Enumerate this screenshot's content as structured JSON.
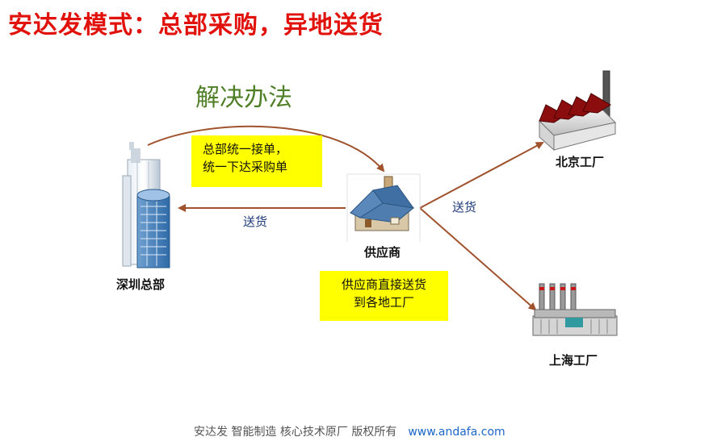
{
  "title": "安达发模式：总部采购，异地送货",
  "subtitle": "解决办法",
  "nodes": {
    "hq": {
      "label": "深圳总部",
      "icon": "office-building-icon"
    },
    "supplier": {
      "label": "供应商",
      "icon": "house-icon"
    },
    "beijing": {
      "label": "北京工厂",
      "icon": "factory-icon"
    },
    "shanghai": {
      "label": "上海工厂",
      "icon": "factory-icon"
    }
  },
  "notes": {
    "order": {
      "line1": "总部统一接单，",
      "line2": "统一下达采购单"
    },
    "direct": {
      "line1": "供应商直接送货",
      "line2": "到各地工厂"
    }
  },
  "edges": {
    "supplier_to_hq": "送货",
    "supplier_to_factories": "送货"
  },
  "footer": {
    "text": "安达发   智能制造 核心技术原厂    版权所有",
    "url": "www.andafa.com"
  },
  "colors": {
    "title": "#e0120b",
    "subtitle": "#4f7f26",
    "arrow": "#a0522d",
    "note_bg": "#ffff00",
    "roof": "#8b0d0d",
    "house_roof": "#3f6fa3"
  }
}
